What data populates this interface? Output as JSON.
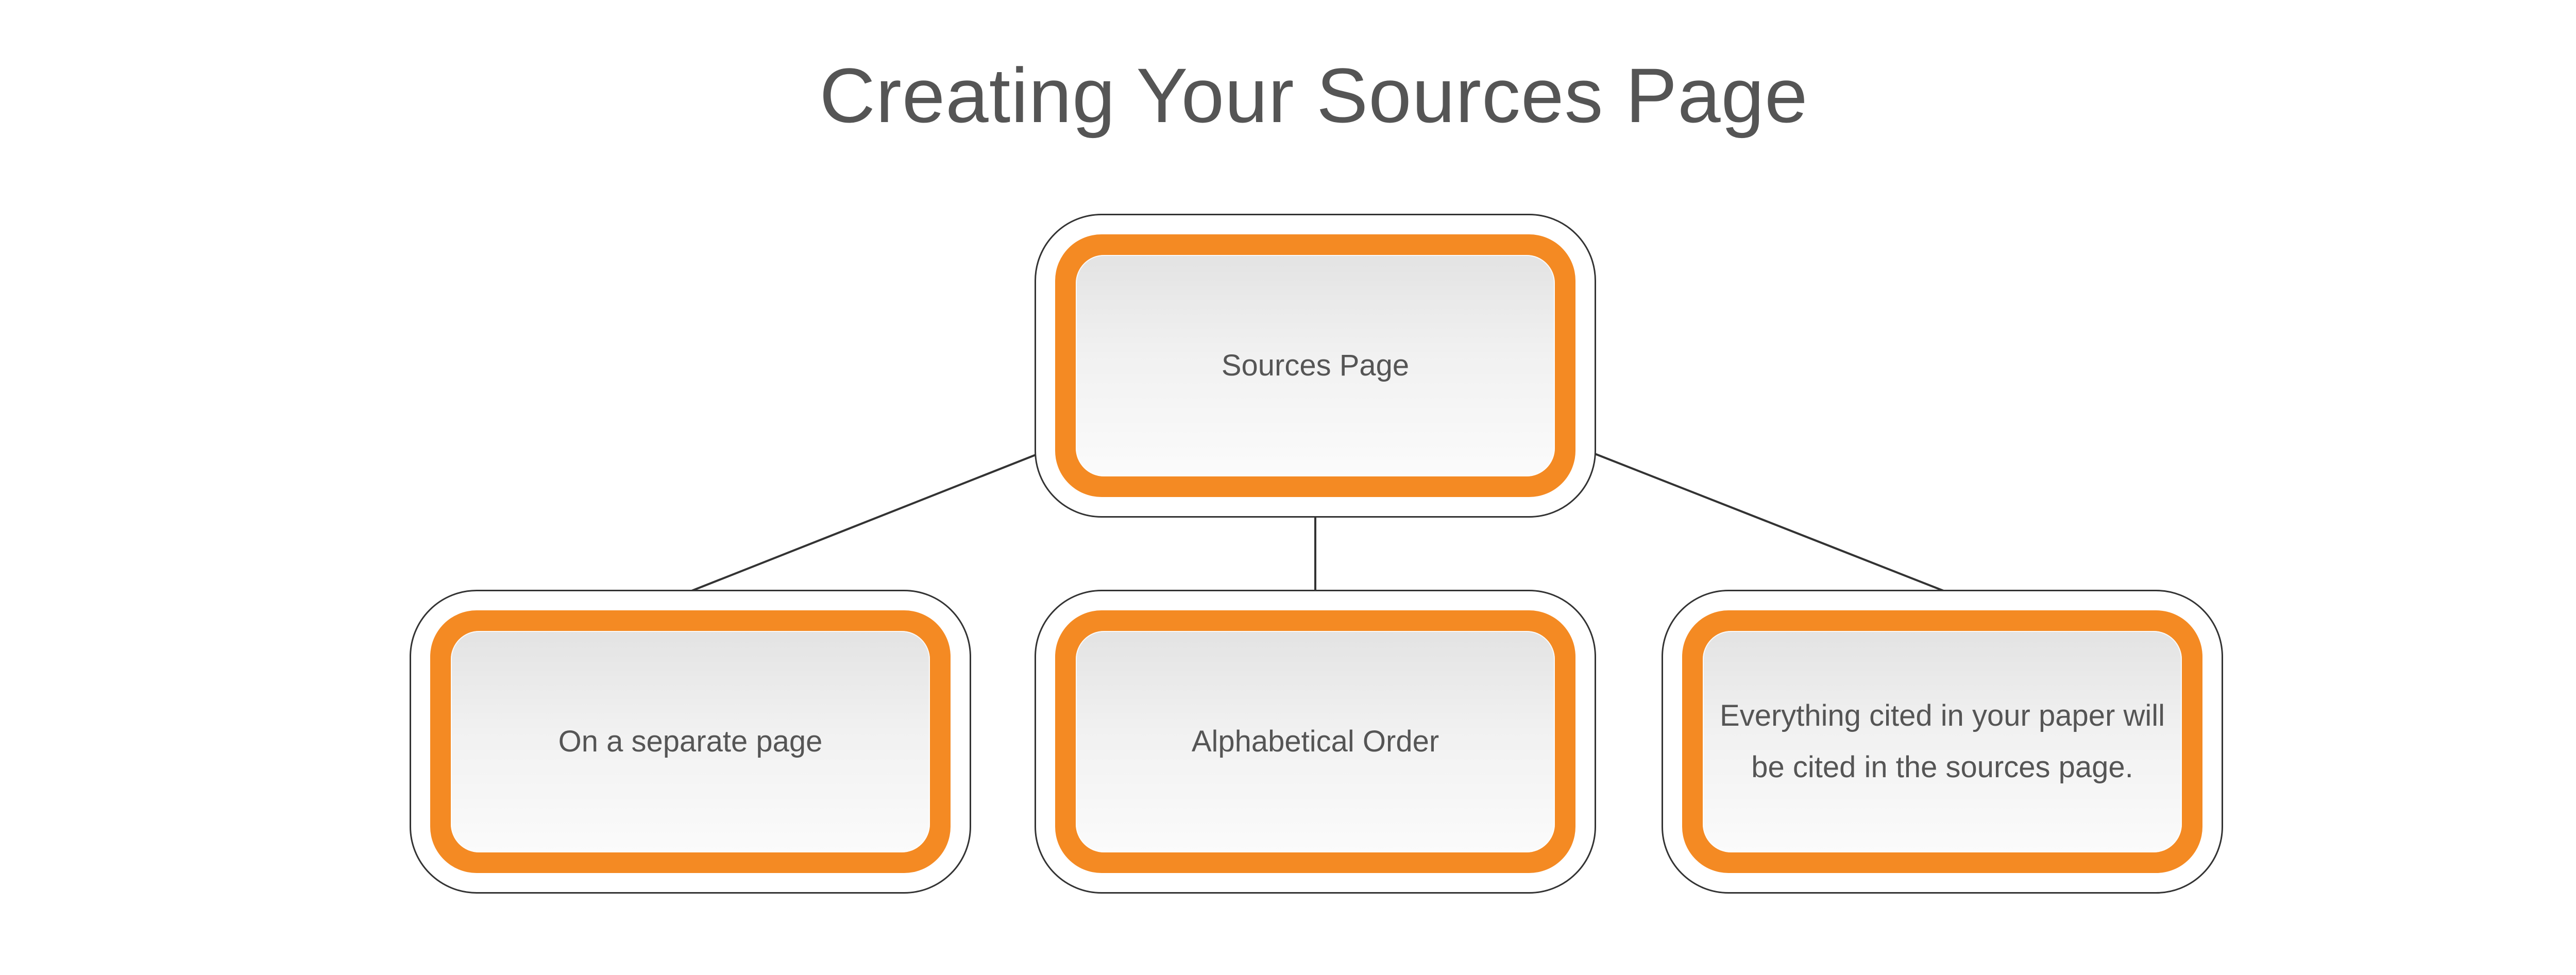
{
  "title": "Creating Your Sources Page",
  "colors": {
    "accent": "#f48a23",
    "text": "#555555",
    "outline": "#333333"
  },
  "root": {
    "label": "Sources Page"
  },
  "children": [
    {
      "label": "On a separate page"
    },
    {
      "label": "Alphabetical Order"
    },
    {
      "label": "Everything cited in your paper will be cited in the sources page."
    }
  ]
}
